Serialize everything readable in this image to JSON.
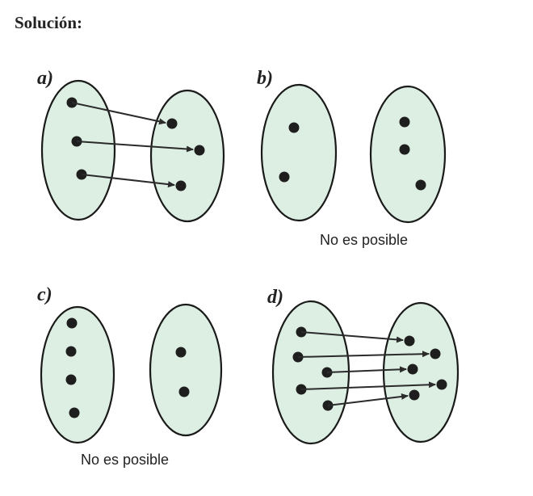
{
  "title": "Solución:",
  "parts": [
    {
      "label": "a)",
      "note": ""
    },
    {
      "label": "b)",
      "note": "No es posible"
    },
    {
      "label": "c)",
      "note": "No es posible"
    },
    {
      "label": "d)",
      "note": ""
    }
  ],
  "colors": {
    "set_fill": "#dcefe2",
    "outline": "#1a1a1a",
    "dot": "#1e1e1e"
  }
}
